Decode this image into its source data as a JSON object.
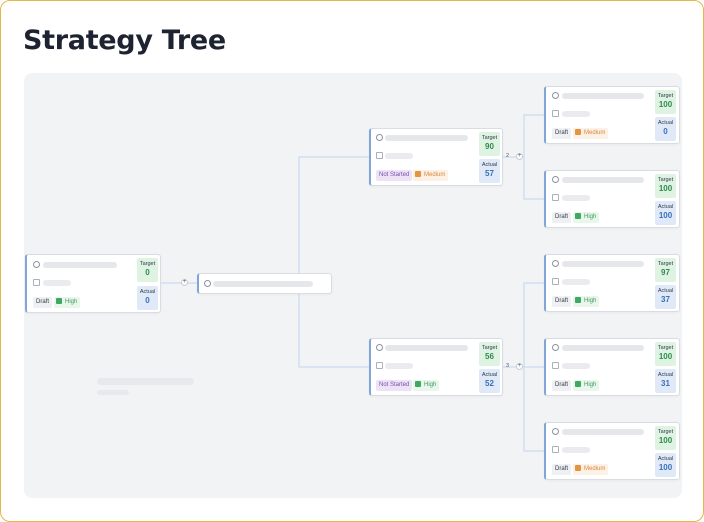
{
  "page": {
    "title": "Strategy Tree"
  },
  "root": {
    "status": "Draft",
    "priority": "High",
    "target_label": "Target",
    "target": "0",
    "actual_label": "Actual",
    "actual": "0"
  },
  "objectives": [
    {
      "status": "Not Started",
      "priority": "Medium",
      "target_label": "Target",
      "target": "90",
      "actual_label": "Actual",
      "actual": "57",
      "children_count": "2"
    },
    {
      "status": "Not Started",
      "priority": "High",
      "target_label": "Target",
      "target": "56",
      "actual_label": "Actual",
      "actual": "52",
      "children_count": "3"
    }
  ],
  "results": [
    {
      "status": "Draft",
      "priority": "Medium",
      "target_label": "Target",
      "target": "100",
      "actual_label": "Actual",
      "actual": "0"
    },
    {
      "status": "Draft",
      "priority": "High",
      "target_label": "Target",
      "target": "100",
      "actual_label": "Actual",
      "actual": "100"
    },
    {
      "status": "Draft",
      "priority": "High",
      "target_label": "Target",
      "target": "97",
      "actual_label": "Actual",
      "actual": "37"
    },
    {
      "status": "Draft",
      "priority": "High",
      "target_label": "Target",
      "target": "100",
      "actual_label": "Actual",
      "actual": "31"
    },
    {
      "status": "Draft",
      "priority": "Medium",
      "target_label": "Target",
      "target": "100",
      "actual_label": "Actual",
      "actual": "100"
    }
  ],
  "colors": {
    "frame_border": "#e8b54a",
    "card_accent": "#7fa6d6",
    "target_bg": "#dff3e3",
    "actual_bg": "#dfe9f7",
    "priority_high": "#3fa864",
    "priority_medium": "#e69440",
    "status_not_started": "#7a4fb0",
    "connector": "#cfe0f1"
  },
  "icons": {
    "goal": "target-icon",
    "initiative": "flag-icon",
    "description": "document-icon",
    "expand": "chevron-right-icon"
  }
}
